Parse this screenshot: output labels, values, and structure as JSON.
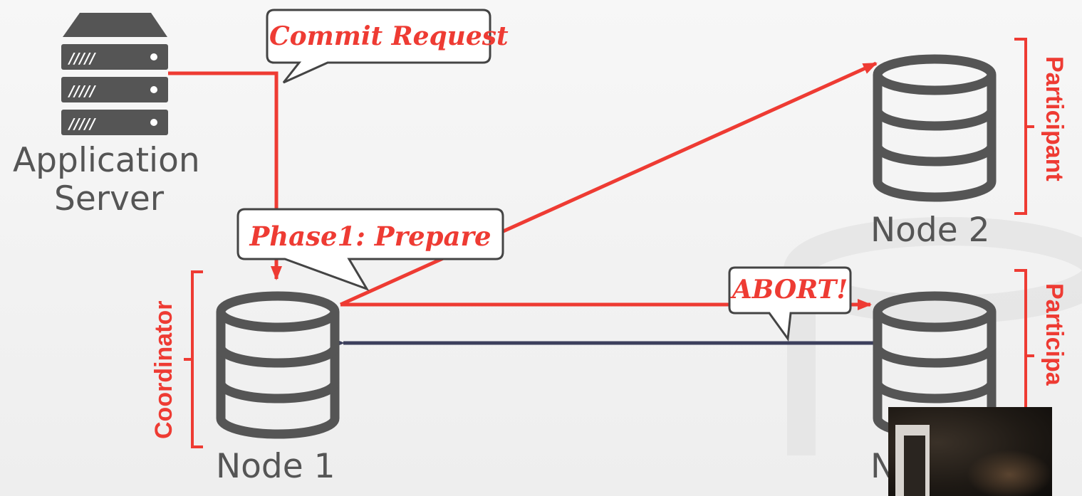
{
  "app_server": {
    "line1": "Application",
    "line2": "Server"
  },
  "nodes": {
    "node1": "Node 1",
    "node2": "Node 2",
    "node3_partial": "N"
  },
  "roles": {
    "coordinator": "Coordinator",
    "participant_top": "Participant",
    "participant_bottom": "Participa"
  },
  "bubbles": {
    "commit_request": "Commit Request",
    "prepare": "Phase1: Prepare",
    "abort": "ABORT!"
  },
  "colors": {
    "accent": "#ee3b33",
    "icon": "#555555",
    "reply_arrow": "#3c3f5c",
    "background": "#f2f2f2"
  }
}
